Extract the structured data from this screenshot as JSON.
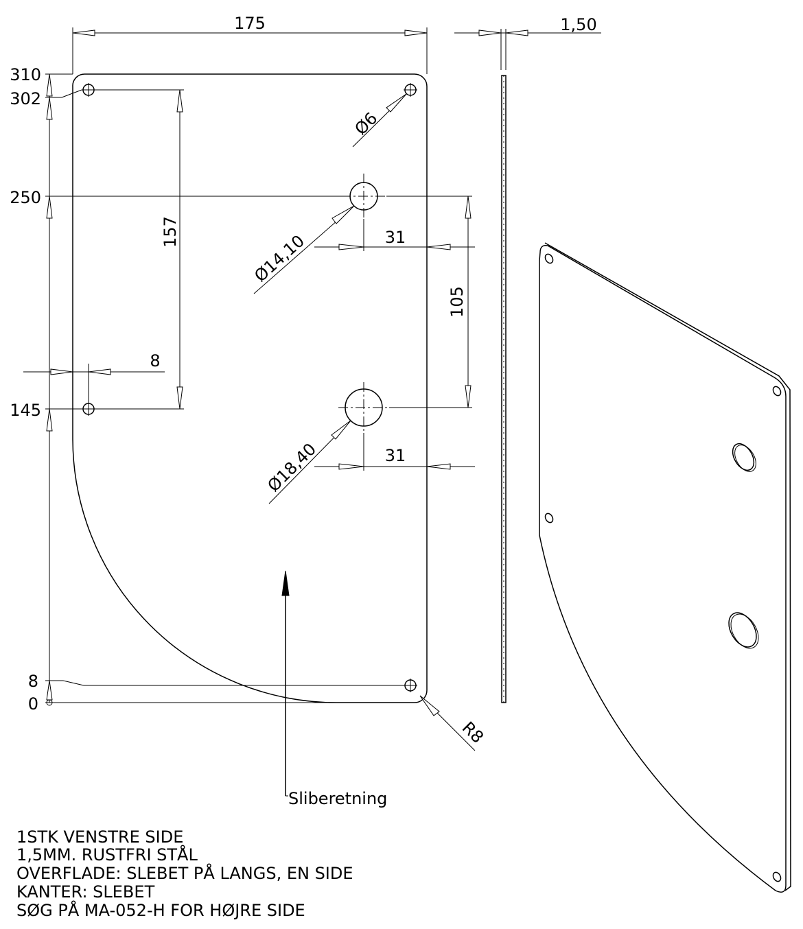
{
  "drawing": {
    "dimensions": {
      "width": "175",
      "thickness": "1,50",
      "hole_spacing_vertical": "157",
      "large_hole_spacing": "105",
      "edge_offset": "8",
      "offset_31_top": "31",
      "offset_31_bottom": "31",
      "small_hole_dia": "Ø6",
      "medium_hole_dia": "Ø14,10",
      "large_hole_dia": "Ø18,40",
      "corner_radius": "R8"
    },
    "ordinates": {
      "y310": "310",
      "y302": "302",
      "y250": "250",
      "y145": "145",
      "y8": "8",
      "y0": "0"
    },
    "grinding_direction_label": "Sliberetning",
    "notes": [
      "1STK VENSTRE SIDE",
      "1,5MM. RUSTFRI STÅL",
      "OVERFLADE: SLEBET PÅ LANGS, EN SIDE",
      "KANTER: SLEBET",
      "SØG PÅ MA-052-H FOR HØJRE SIDE"
    ]
  }
}
